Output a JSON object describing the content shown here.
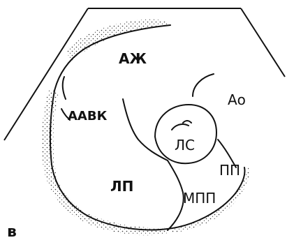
{
  "figure_letter": "в",
  "labels": {
    "azh": "АЖ",
    "aavk": "ААВК",
    "ao": "Ао",
    "ls": "ЛС",
    "pp": "ПП",
    "lp": "ЛП",
    "mpp": "МПП"
  },
  "colors": {
    "ink": "#111111",
    "stipple": "#333333",
    "background": "#ffffff"
  }
}
